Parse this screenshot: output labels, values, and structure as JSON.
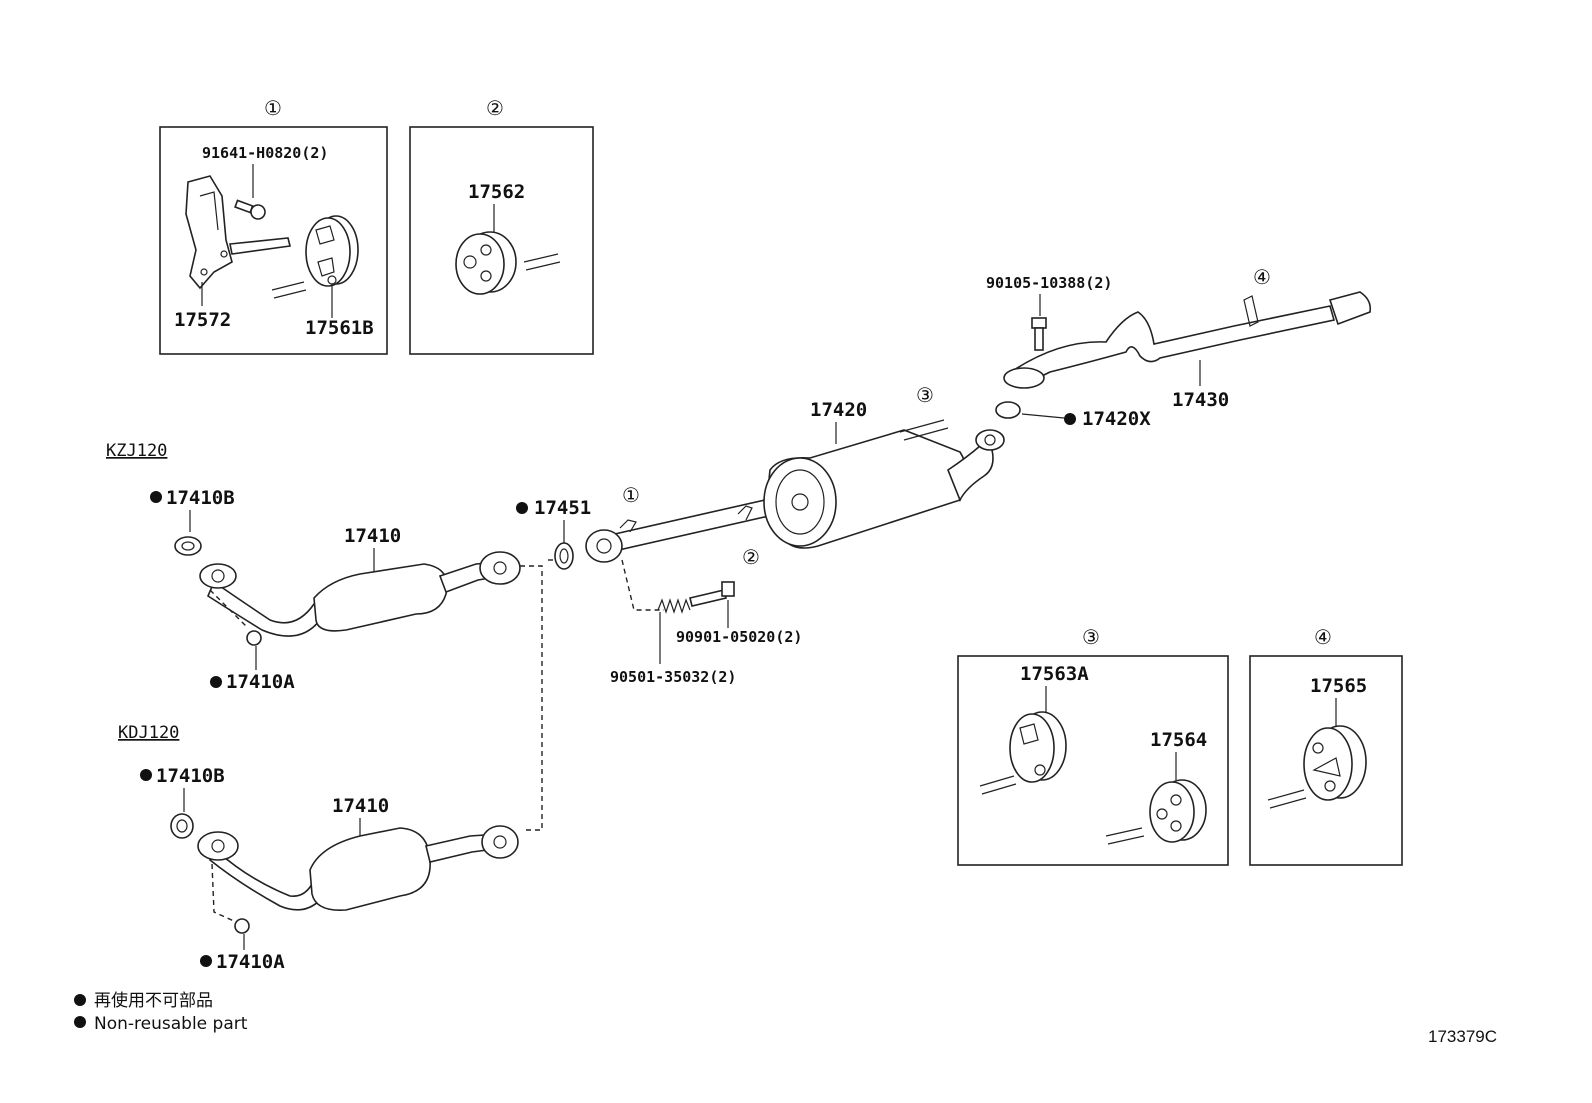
{
  "diagram": {
    "callouts": {
      "c1": "①",
      "c2": "②",
      "c3": "③",
      "c4": "④"
    },
    "models": {
      "kzj": "KZJ120",
      "kdj": "KDJ120"
    },
    "parts": {
      "p91641": "91641-H0820(2)",
      "p17572": "17572",
      "p17561b": "17561B",
      "p17562": "17562",
      "p90105": "90105-10388(2)",
      "p17430": "17430",
      "p17420": "17420",
      "p17420x": "17420X",
      "p17410b_1": "17410B",
      "p17410_1": "17410",
      "p17410a_1": "17410A",
      "p17451": "17451",
      "p90901": "90901-05020(2)",
      "p90501": "90501-35032(2)",
      "p17410b_2": "17410B",
      "p17410_2": "17410",
      "p17410a_2": "17410A",
      "p17563a": "17563A",
      "p17564": "17564",
      "p17565": "17565"
    },
    "legend": {
      "line1": "再使用不可部品",
      "line2": "Non-reusable part"
    },
    "code": "173379C"
  }
}
